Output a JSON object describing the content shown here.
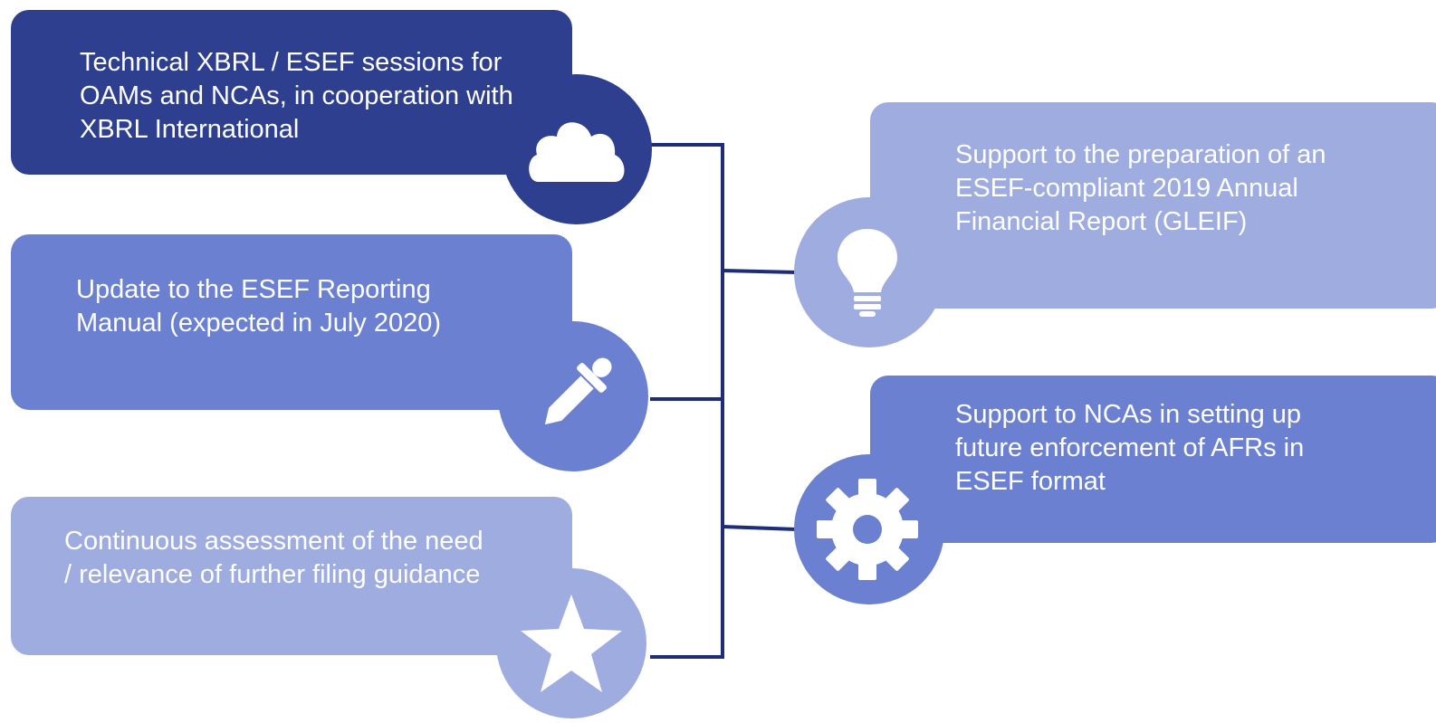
{
  "colors": {
    "dark": "#2e3f8f",
    "medium": "#6b80d0",
    "light": "#9eacdf",
    "connector": "#1f2c78",
    "icon": "#ffffff"
  },
  "items": [
    {
      "text": "Technical XBRL / ESEF sessions for OAMs and NCAs, in cooperation with XBRL International",
      "icon": "cloud-icon",
      "color": "dark"
    },
    {
      "text": "Update to the ESEF Reporting Manual (expected in July 2020)",
      "icon": "dropper-icon",
      "color": "medium"
    },
    {
      "text": "Continuous assessment of the need / relevance of further filing guidance",
      "icon": "star-icon",
      "color": "light"
    },
    {
      "text": "Support to the preparation of an ESEF-compliant 2019 Annual Financial Report (GLEIF)",
      "icon": "lightbulb-icon",
      "color": "light"
    },
    {
      "text": "Support to NCAs in setting up future enforcement of AFRs in ESEF format",
      "icon": "gear-icon",
      "color": "medium"
    }
  ]
}
